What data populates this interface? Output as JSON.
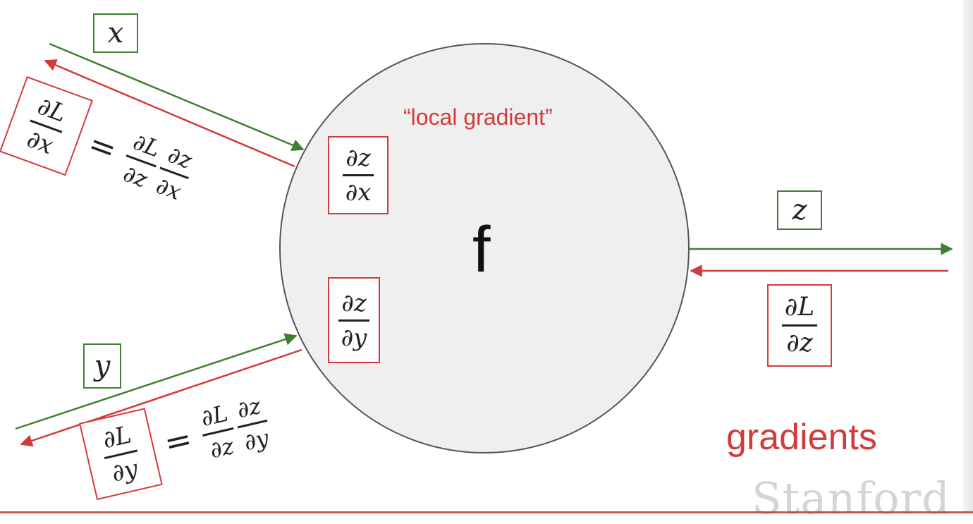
{
  "node": {
    "label": "f",
    "local_gradient_caption": "“local gradient”"
  },
  "inputs": {
    "x": {
      "label": "x",
      "upstream_num": "∂L",
      "upstream_den": "∂x",
      "eq": "=",
      "c1_num": "∂L",
      "c1_den": "∂z",
      "c2_num": "∂z",
      "c2_den": "∂x"
    },
    "y": {
      "label": "y",
      "upstream_num": "∂L",
      "upstream_den": "∂y",
      "eq": "=",
      "c1_num": "∂L",
      "c1_den": "∂z",
      "c2_num": "∂z",
      "c2_den": "∂y"
    }
  },
  "local": {
    "dzdx": {
      "num": "∂z",
      "den": "∂x"
    },
    "dzdy": {
      "num": "∂z",
      "den": "∂y"
    }
  },
  "output": {
    "label": "z",
    "grad_num": "∂L",
    "grad_den": "∂z"
  },
  "gradients_label": "gradients",
  "watermark": "Stanford",
  "colors": {
    "forward": "#3f7f2f",
    "backward": "#d23b3b",
    "node_fill": "#efefef",
    "node_stroke": "#555555"
  }
}
